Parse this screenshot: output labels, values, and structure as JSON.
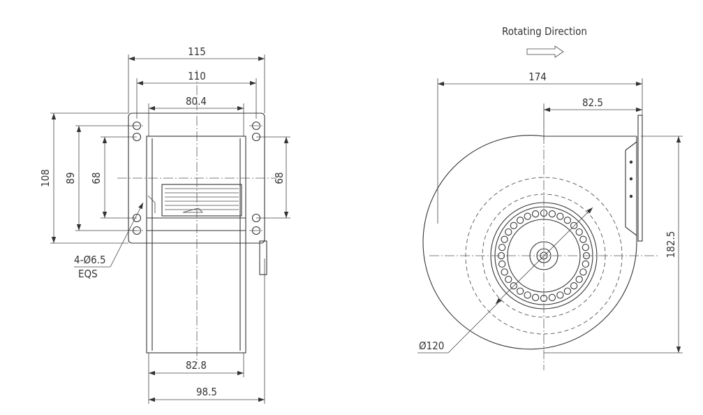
{
  "side_view": {
    "dim_width_115": "115",
    "dim_width_110": "110",
    "dim_width_80_4": "80.4",
    "dim_height_108": "108",
    "dim_height_89": "89",
    "dim_height_68_left": "68",
    "dim_height_68_right": "68",
    "dim_width_82_8": "82.8",
    "dim_width_98_5": "98.5",
    "hole_callout_line1": "4-Ø6.5",
    "hole_callout_line2": "EQS"
  },
  "front_view": {
    "rotating_direction_label": "Rotating Direction",
    "dim_width_174": "174",
    "dim_width_82_5": "82.5",
    "dim_height_182_5": "182.5",
    "dim_diameter_120": "Ø120"
  }
}
